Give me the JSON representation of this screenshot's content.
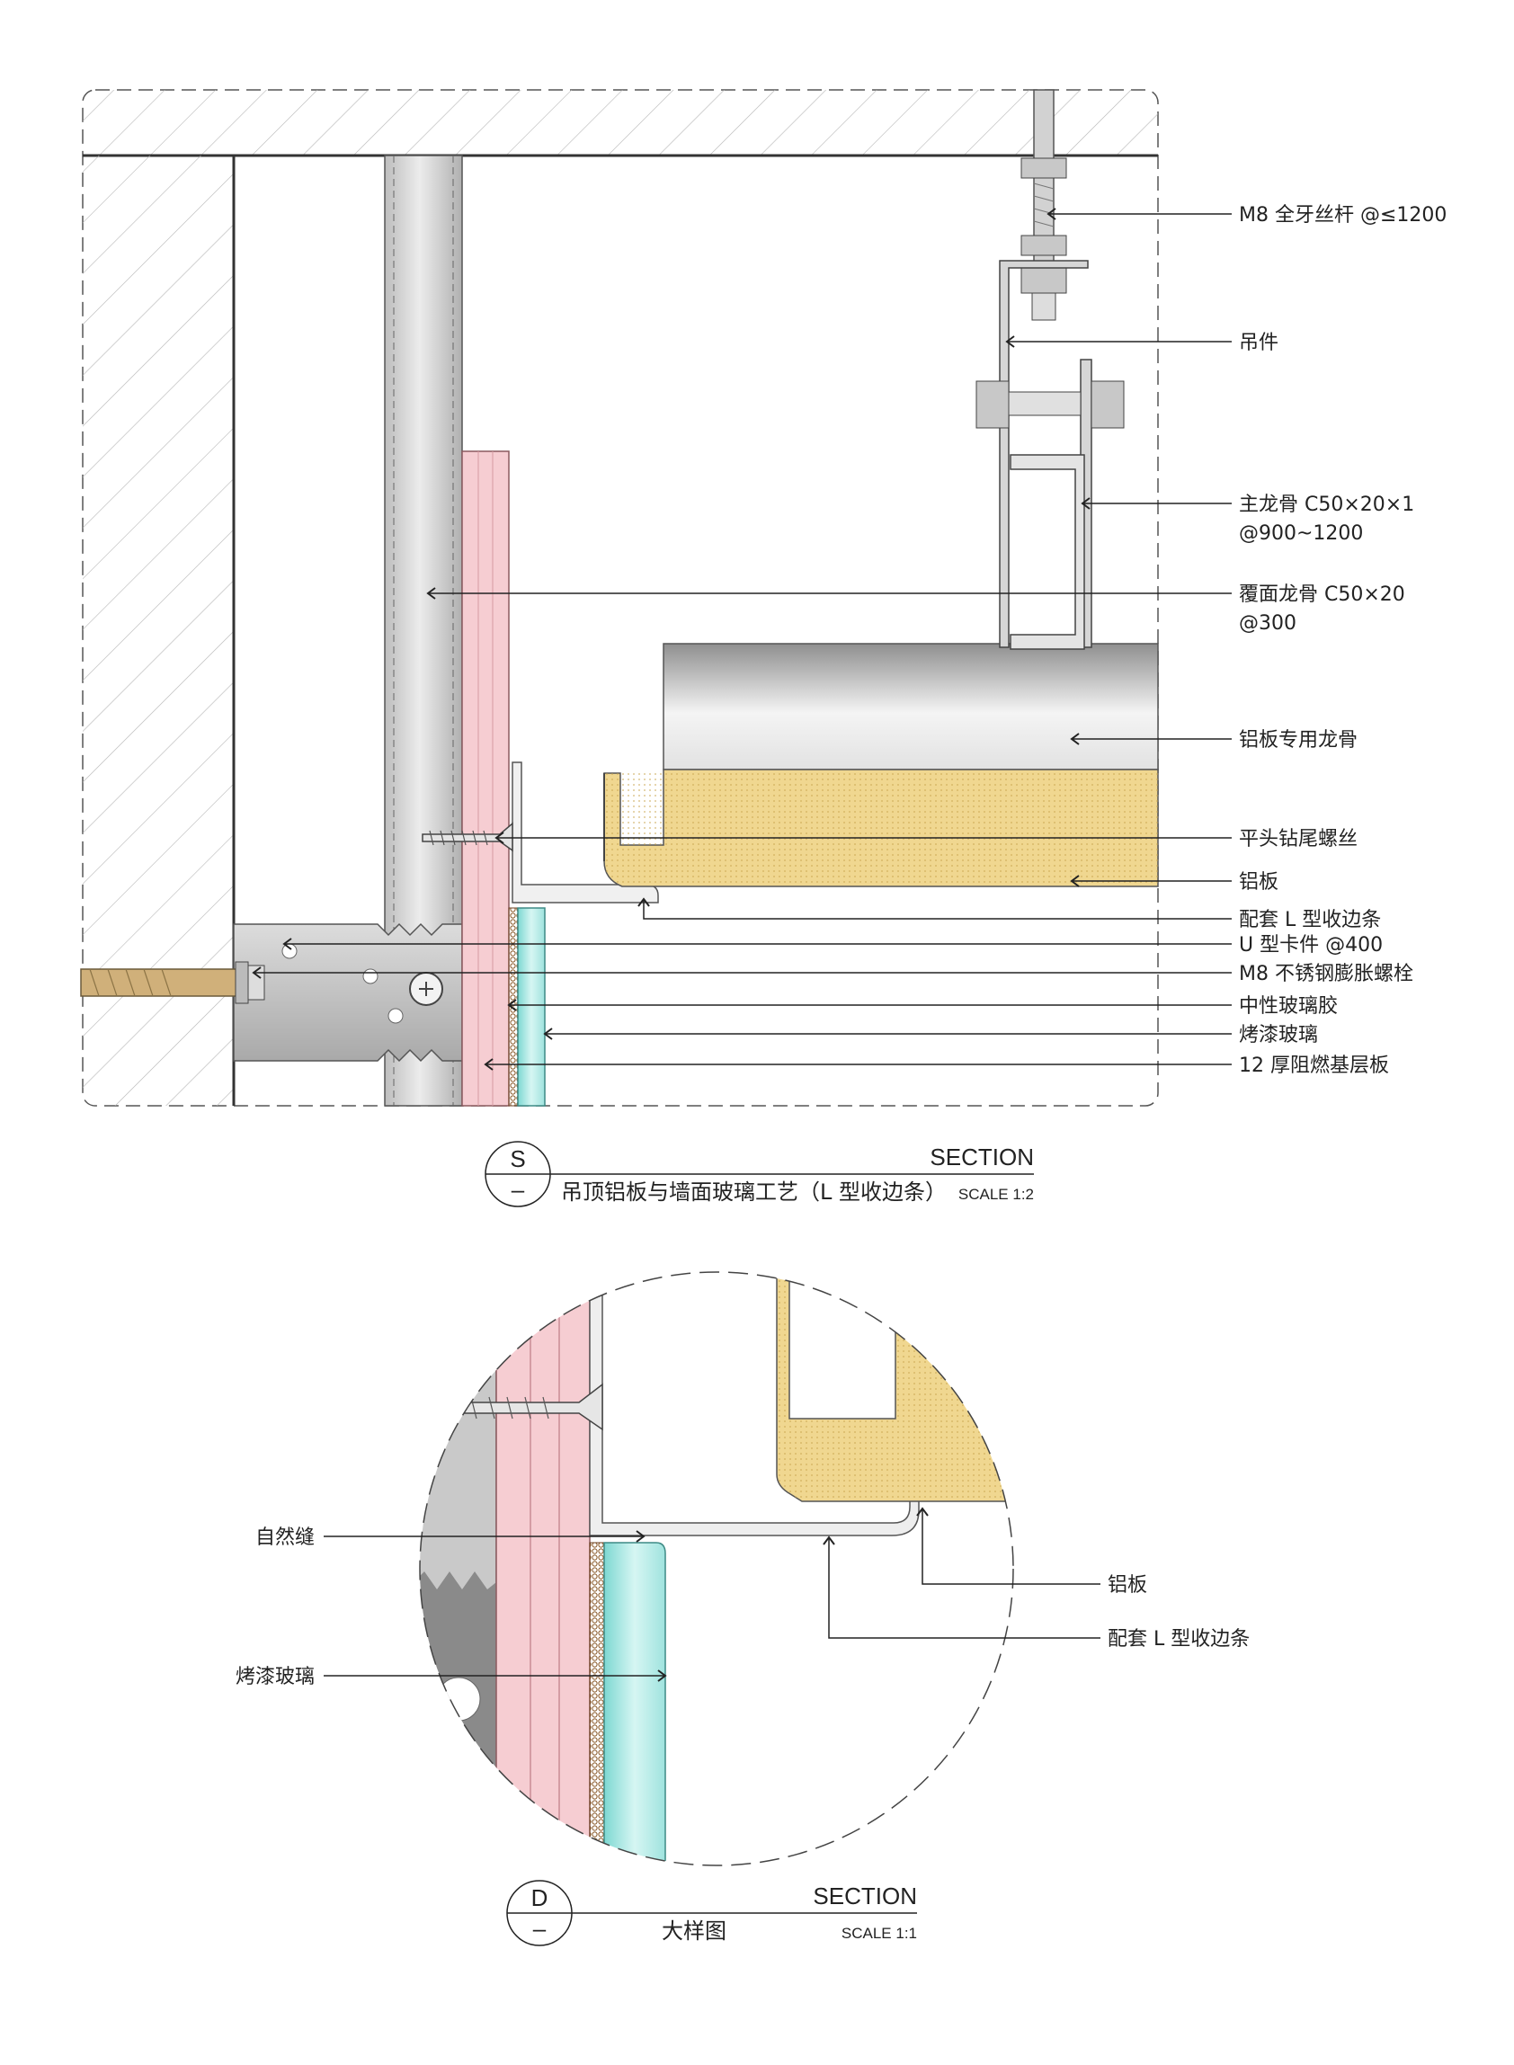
{
  "labels": {
    "rod": "M8 全牙丝杆 @≤1200",
    "hanger": "吊件",
    "main_keel_l1": "主龙骨 C50×20×1",
    "main_keel_l2": "@900~1200",
    "cover_keel_l1": "覆面龙骨 C50×20",
    "cover_keel_l2": "@300",
    "alu_keel": "铝板专用龙骨",
    "screw": "平头钻尾螺丝",
    "alu_panel": "铝板",
    "l_trim": "配套 L 型收边条",
    "u_clip": "U 型卡件 @400",
    "bolt": "M8 不锈钢膨胀螺栓",
    "sealant": "中性玻璃胶",
    "glass": "烤漆玻璃",
    "board": "12 厚阻燃基层板"
  },
  "title1": {
    "marker_top": "S",
    "marker_bottom": "–",
    "section": "SECTION",
    "name": "吊顶铝板与墙面玻璃工艺（L 型收边条）",
    "scale": "SCALE 1:2"
  },
  "detail_labels": {
    "gap": "自然缝",
    "glass": "烤漆玻璃",
    "alu_panel": "铝板",
    "l_trim": "配套 L 型收边条"
  },
  "title2": {
    "marker_top": "D",
    "marker_bottom": "–",
    "section": "SECTION",
    "name": "大样图",
    "scale": "SCALE 1:1"
  },
  "colors": {
    "board_pink": "#f6cdd2",
    "glass_cyan": "#b9ece8",
    "alu_yellow": "#f0d790",
    "steel_gray": "#c9c9c9",
    "hatch": "#9a9a9a"
  }
}
